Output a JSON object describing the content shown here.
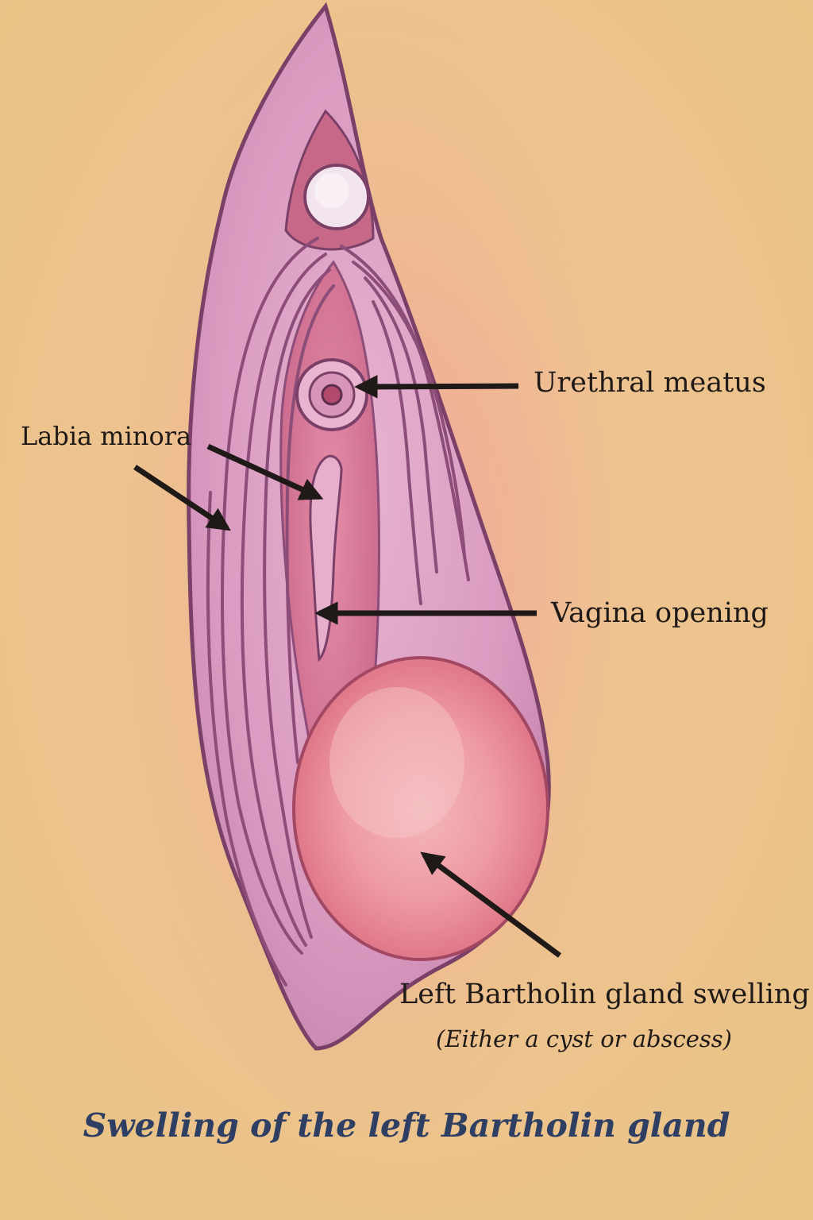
{
  "labels": {
    "urethral_meatus": "Urethral meatus",
    "labia_minora": "Labia minora",
    "vagina_opening": "Vagina opening",
    "bartholin_swelling": "Left Bartholin gland swelling",
    "swelling_note": "(Either a cyst or abscess)"
  },
  "caption": "Swelling of the left Bartholin gland",
  "colors": {
    "background": "#ecc68e",
    "tissue": "#dca0c2",
    "tissue_dark": "#8c4d79",
    "swelling": "#e98a96",
    "arrow": "#1f1a17",
    "caption": "#2f3f63"
  }
}
